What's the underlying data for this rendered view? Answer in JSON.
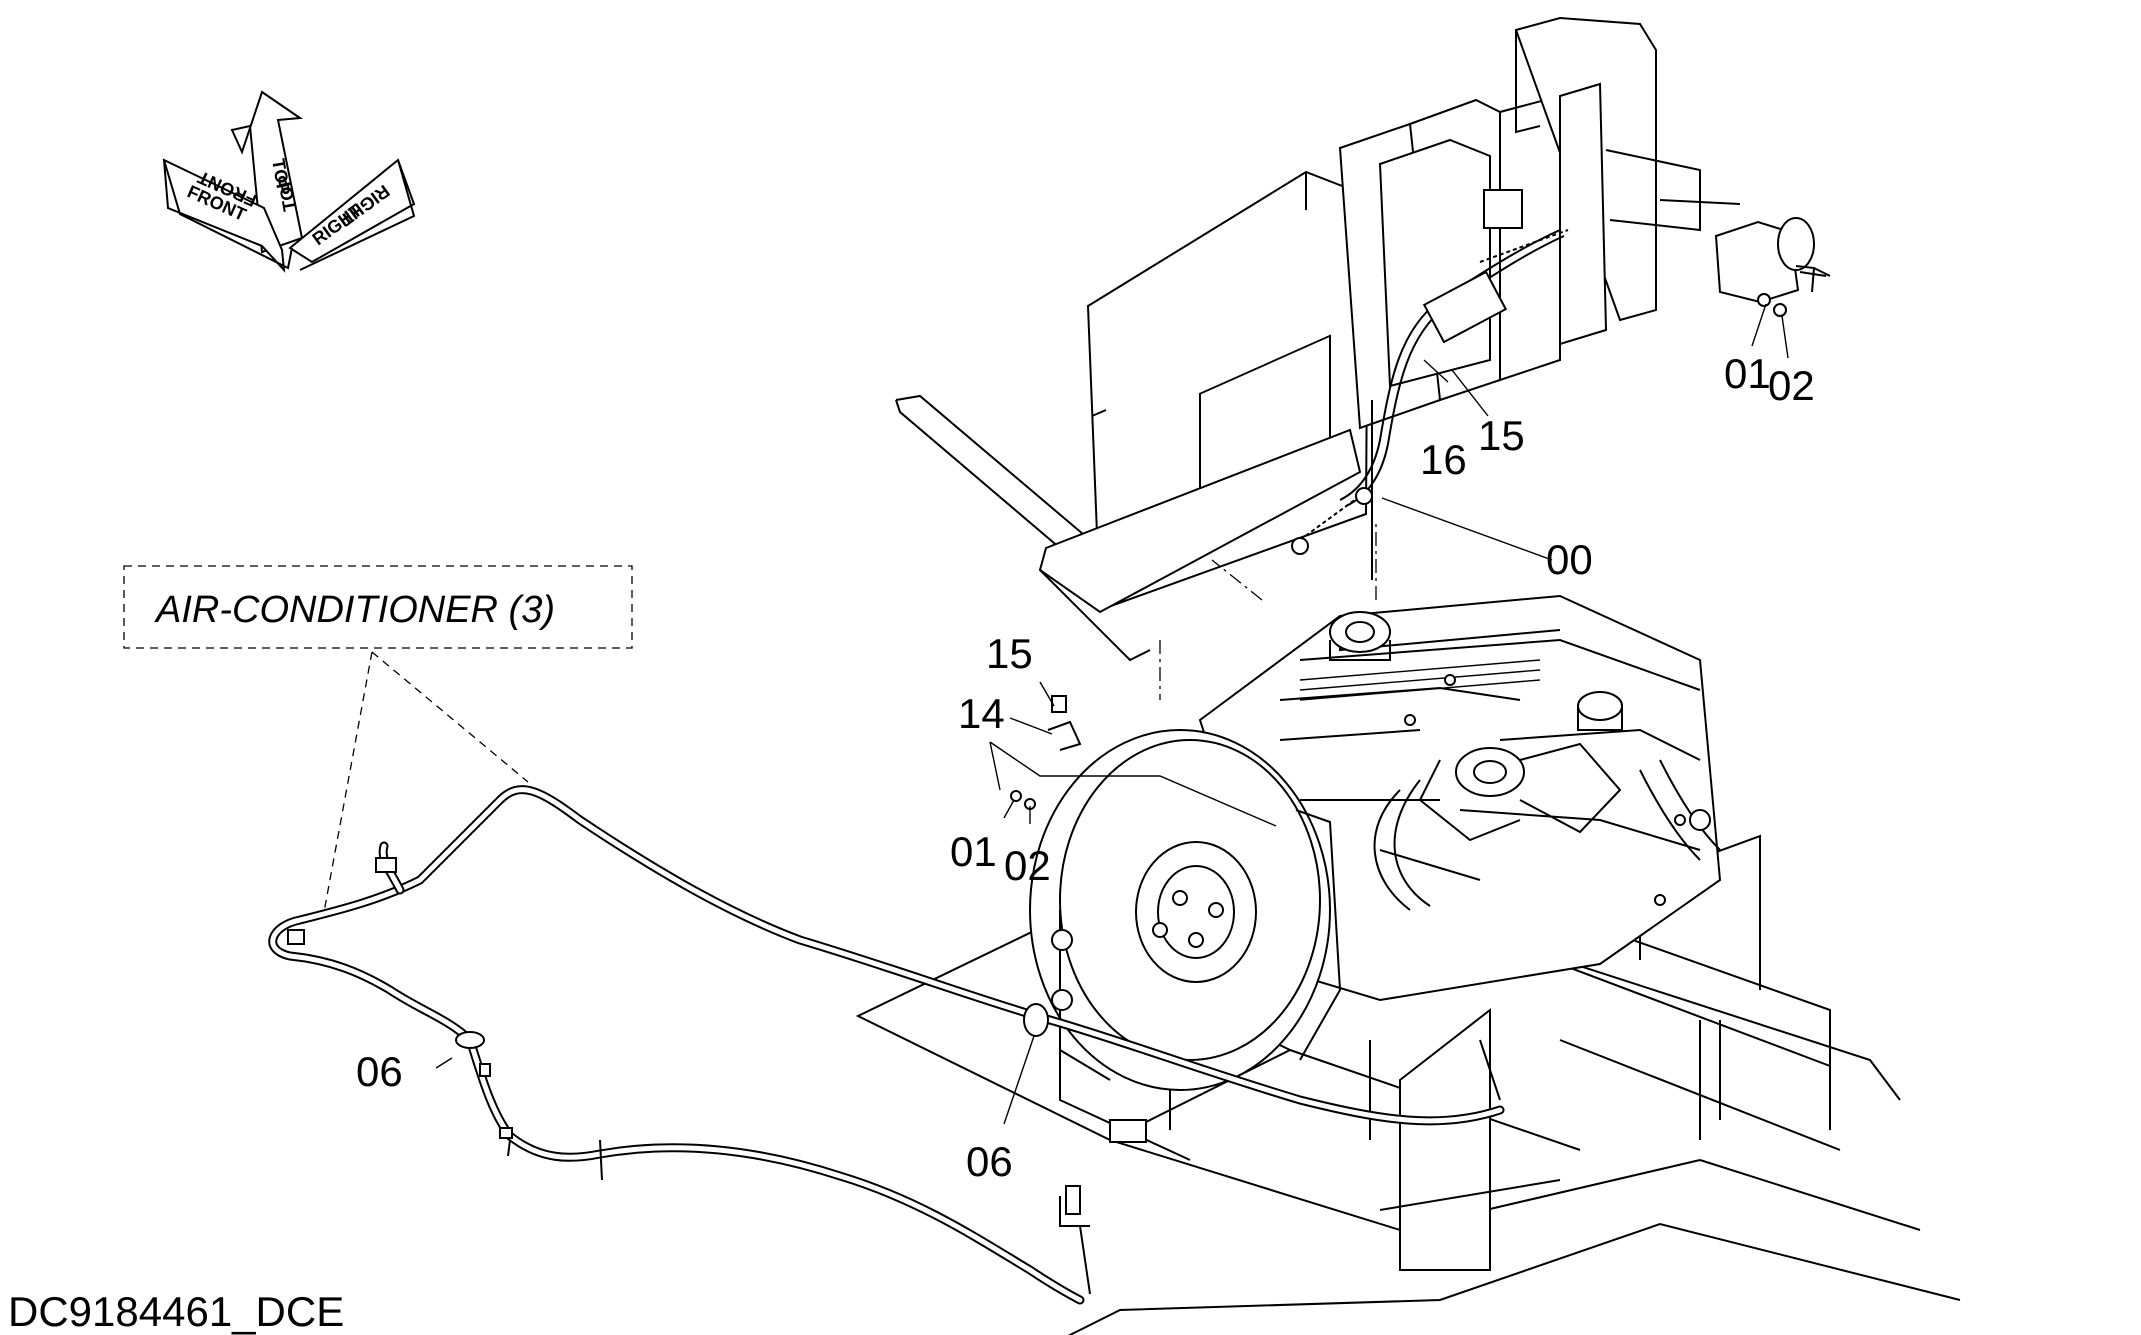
{
  "orientation": {
    "front": "FRONT",
    "top": "TOP",
    "right": "RIGHT"
  },
  "callout_box": "AIR-CONDITIONER (3)",
  "part_labels": {
    "p00": "00",
    "p01_top": "01",
    "p02_top": "02",
    "p15_top": "15",
    "p16": "16",
    "p15_mid": "15",
    "p14": "14",
    "p01_mid": "01",
    "p02_mid": "02",
    "p06_left": "06",
    "p06_mid": "06"
  },
  "drawing_code": "DC9184461_DCE"
}
